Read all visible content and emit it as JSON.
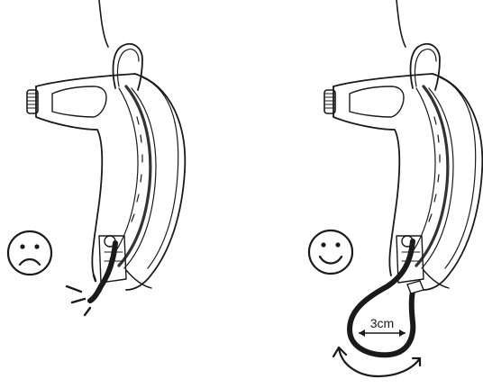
{
  "panels": [
    {
      "id": "incorrect",
      "face": "sad",
      "icon": "sad-face-icon",
      "strap_state": "tight"
    },
    {
      "id": "correct",
      "face": "happy",
      "icon": "happy-face-icon",
      "strap_state": "loop",
      "loop_width_label": "3cm"
    }
  ],
  "colors": {
    "line": "#1a1a1a",
    "background": "#ffffff"
  }
}
